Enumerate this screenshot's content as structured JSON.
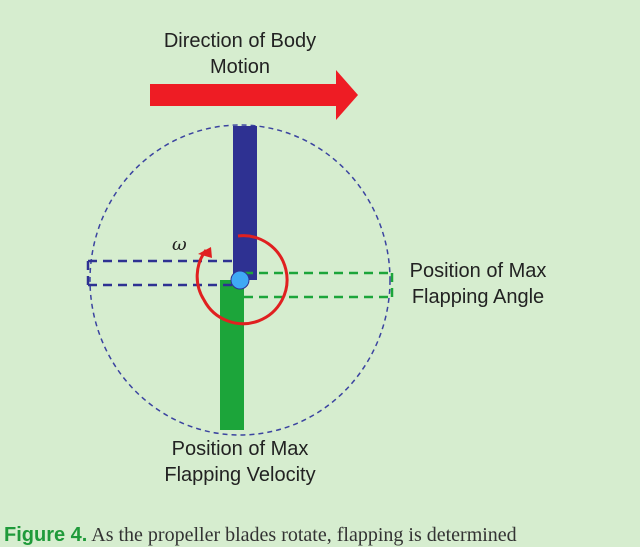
{
  "labels": {
    "motion": [
      "Direction of Body",
      "Motion"
    ],
    "angle": [
      "Position of Max",
      "Flapping Angle"
    ],
    "velocity": [
      "Position of Max",
      "Flapping Velocity"
    ],
    "omega": "ω"
  },
  "caption": {
    "figure_label": "Figure 4.",
    "text": "As the propeller blades rotate, flapping is determined"
  },
  "colors": {
    "background": "#d6edcf",
    "arrow": "#ee1c24",
    "blade_blue": "#2e3192",
    "blade_green": "#1ca53a",
    "hub": "#3fa9f5",
    "rotation": "#e02020",
    "dashed_circle": "#3b44a0"
  }
}
